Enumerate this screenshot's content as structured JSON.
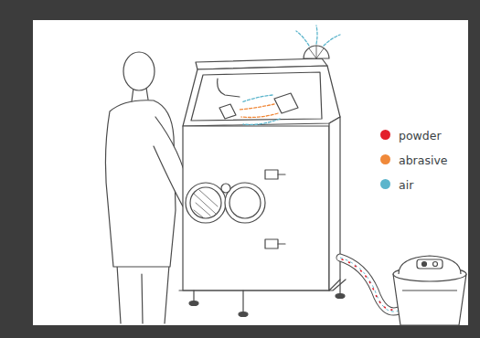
{
  "diagram": {
    "legend": [
      {
        "text": "powder",
        "color": "#e3202b"
      },
      {
        "text": "abrasive",
        "color": "#f0893a"
      },
      {
        "text": "air",
        "color": "#5cb5cc"
      }
    ]
  }
}
